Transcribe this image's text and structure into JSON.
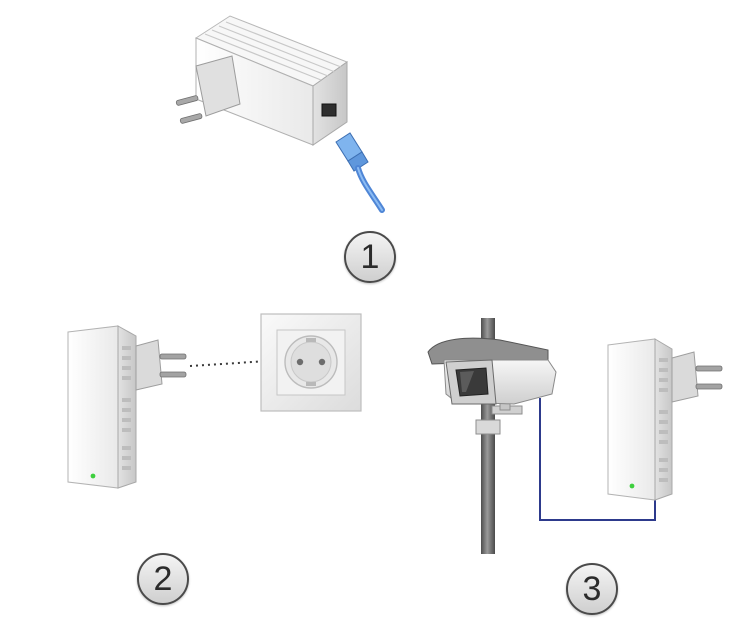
{
  "steps": [
    {
      "label": "1"
    },
    {
      "label": "2"
    },
    {
      "label": "3"
    }
  ],
  "colors": {
    "device_body": "#f3f3f3",
    "device_shade": "#d6d6d6",
    "cable_blue": "#4f86d6",
    "coax_cable": "#2d3a8c",
    "pole": "#6d6d6d",
    "led_green": "#3ecf3e"
  },
  "icons": [
    "powerline-adapter-icon",
    "wall-socket-icon",
    "security-camera-icon",
    "ethernet-plug-icon"
  ]
}
